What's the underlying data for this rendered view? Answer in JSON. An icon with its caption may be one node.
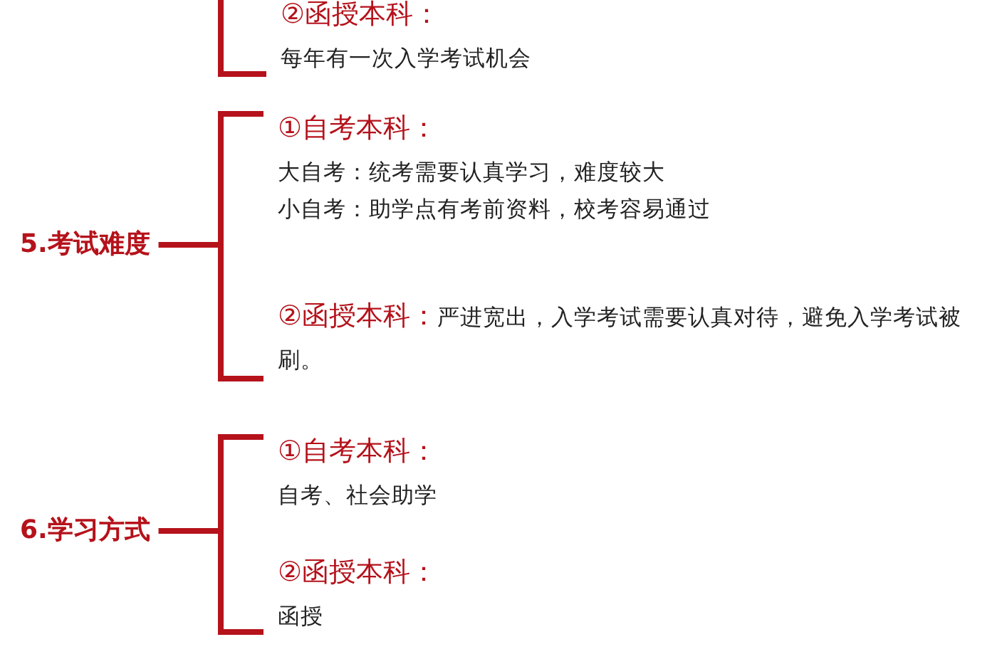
{
  "diagram": {
    "nodes": [
      {
        "text": [
          "②函授本科：",
          "每年有一次入学考试机会"
        ]
      },
      {
        "text": [
          "5.考试难度"
        ]
      },
      {
        "text": [
          "①自考本科：",
          "大自考：统考需要认真学习，难度较大",
          "小自考：助学点有考前资料，校考容易通过"
        ]
      },
      {
        "text": [
          "②函授本科：",
          "严进宽出，入学考试需要认真对待，避免入学考试被刷。"
        ]
      },
      {
        "text": [
          "6.学习方式"
        ]
      },
      {
        "text": [
          "①自考本科：",
          "自考、社会助学"
        ]
      },
      {
        "text": [
          "②函授本科：",
          "函授"
        ]
      }
    ],
    "edges": [
      {
        "from": null,
        "to": 0,
        "arrow": "none"
      },
      {
        "from": 1,
        "to": 2,
        "arrow": "none"
      },
      {
        "from": 1,
        "to": 3,
        "arrow": "none"
      },
      {
        "from": 4,
        "to": 5,
        "arrow": "none"
      },
      {
        "from": 4,
        "to": 6,
        "arrow": "none"
      }
    ]
  }
}
